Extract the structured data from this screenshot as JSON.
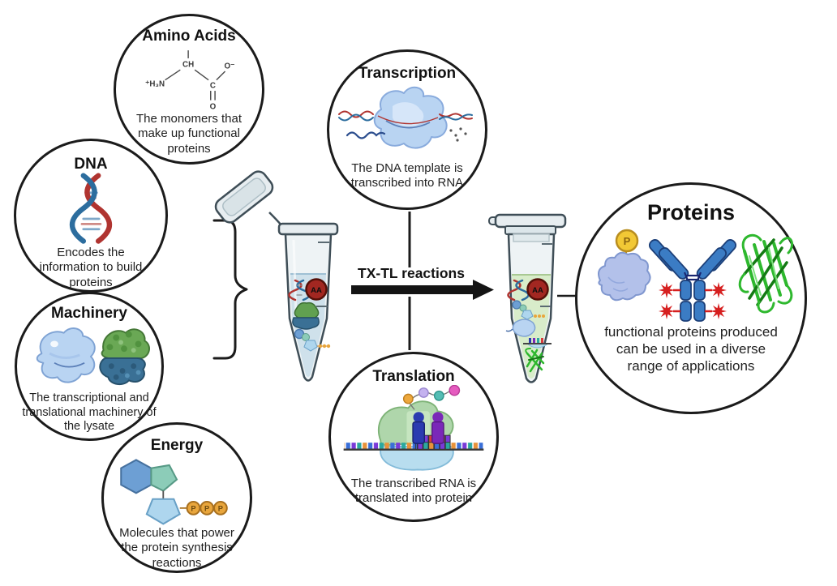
{
  "inputs": [
    {
      "title": "Amino Acids",
      "description": "The monomers that make up functional proteins",
      "icon": "amino-acid-structure-icon"
    },
    {
      "title": "DNA",
      "description": "Encodes the information to build proteins",
      "icon": "dna-helix-icon"
    },
    {
      "title": "Machinery",
      "description": "The transcriptional and translational machinery of the lysate",
      "icon": "polymerase-ribosome-icon"
    },
    {
      "title": "Energy",
      "description": "Molecules that power the protein synthesis reactions",
      "icon": "atp-molecule-icon"
    }
  ],
  "steps": [
    {
      "title": "Transcription",
      "description": "The DNA template is transcribed into RNA",
      "icon": "rna-polymerase-transcription-icon"
    },
    {
      "title": "Translation",
      "description": "The transcribed RNA is translated into protein",
      "icon": "ribosome-translation-icon"
    }
  ],
  "arrow_label": "TX-TL reactions",
  "output": {
    "title": "Proteins",
    "description": "functional proteins produced can be used in a diverse range of applications",
    "icons": [
      "phospho-protein-icon",
      "antibody-icon",
      "gfp-barrel-icon"
    ]
  },
  "middle_icons": [
    "curly-brace",
    "open-microcentrifuge-tube",
    "reaction-arrow",
    "closed-microcentrifuge-tube"
  ],
  "chem": {
    "amine": "⁺H₃N",
    "methine": "CH",
    "carboxyl": "C",
    "carbonyl": "O",
    "oxide": "O⁻"
  },
  "labels": {
    "aa_badge": "AA",
    "phosphate": "P",
    "phospho_tag": "P"
  },
  "colors": {
    "outline": "#1b1b1b",
    "arrow": "#141414",
    "dna_red": "#b03430",
    "dna_blue": "#2c6d9e",
    "polymerase_blue": "#b9d4f2",
    "ribosome_green": "#6aa855",
    "ribosome_blue": "#3a7095",
    "atp_hexagon": "#6d9fd4",
    "atp_pentagon": "#8cccb8",
    "atp_ribose": "#aed6ee",
    "phosphate_orange": "#e9a63c",
    "tube_glass": "#eef3f5",
    "tube_edge": "#3f4e57",
    "liquid_blue": "#cfe1eb",
    "liquid_green": "#d8ecca",
    "aa_badge_red": "#a22721",
    "antibody_blue": "#3b7cc4",
    "antibody_navy": "#1a2670",
    "star_red": "#d61f1f",
    "gfp_green": "#2eb82e",
    "gfp_dark_green": "#147a14",
    "kinase_periwinkle": "#b3c1ea",
    "tag_yellow": "#f2c835",
    "ribo_large_green": "#a9d3a4",
    "ribo_small_blue": "#b5dcef",
    "trna_blue": "#2b3bb0",
    "trna_purple": "#7a28b8"
  }
}
